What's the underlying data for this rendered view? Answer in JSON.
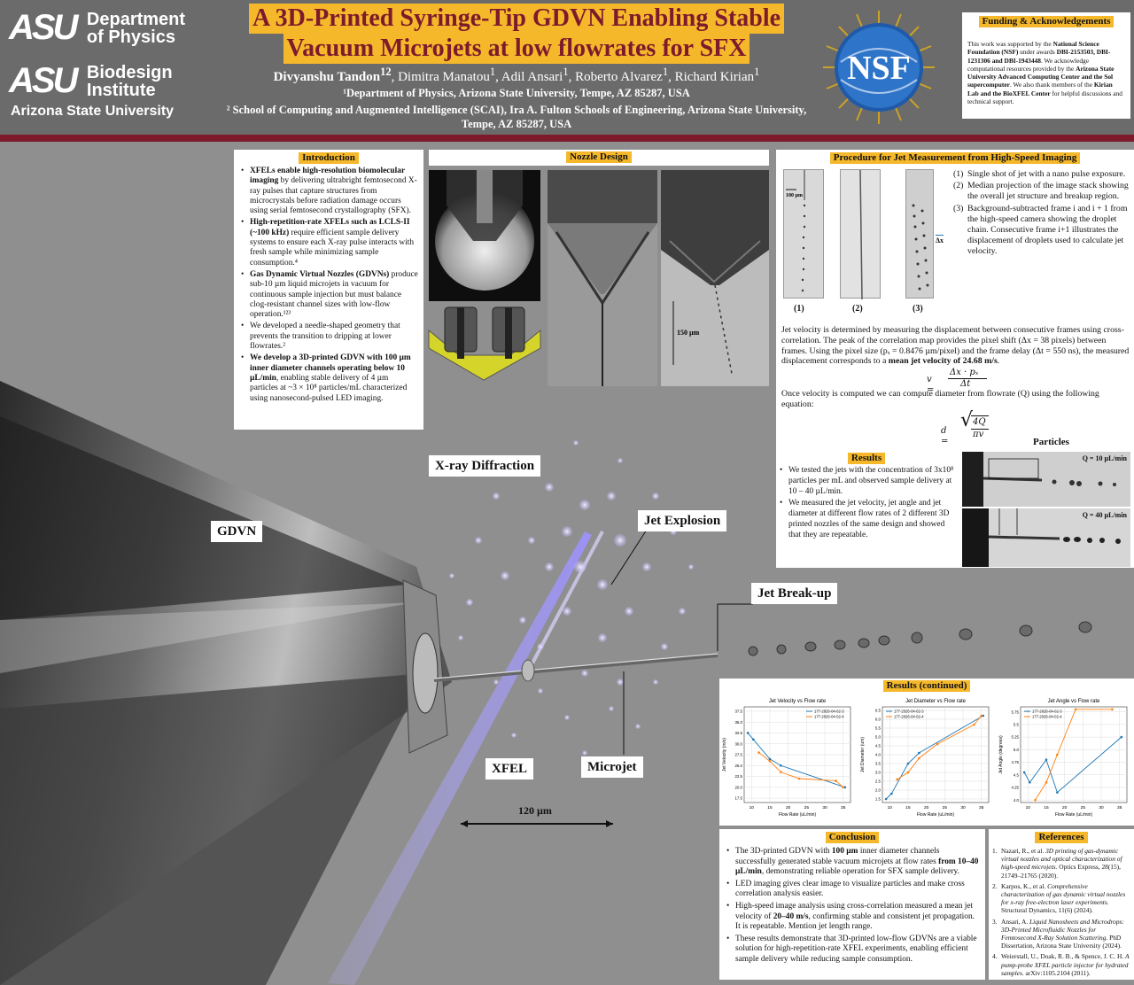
{
  "header": {
    "logo_asu_mark": "ASU",
    "logo_physics_line1": "Department",
    "logo_physics_line2": "of Physics",
    "logo_biodesign_line1": "Biodesign",
    "logo_biodesign_line2": "Institute",
    "logo_university": "Arizona State University",
    "title_line1": "A 3D-Printed Syringe-Tip GDVN Enabling Stable",
    "title_line2": "Vacuum Microjets at low flowrates for SFX",
    "authors": [
      {
        "name": "Divyanshu Tandon",
        "sup": "12"
      },
      {
        "name": "Dimitra Manatou",
        "sup": "1"
      },
      {
        "name": "Adil Ansari",
        "sup": "1"
      },
      {
        "name": "Roberto Alvarez",
        "sup": "1"
      },
      {
        "name": "Richard Kirian",
        "sup": "1"
      }
    ],
    "affiliation_1": "¹Department of Physics, Arizona State University, Tempe, AZ 85287, USA",
    "affiliation_2": "² School of Computing and Augmented Intelligence (SCAI), Ira A. Fulton Schools of Engineering, Arizona State University, Tempe, AZ 85287, USA",
    "nsf_logo_text": "NSF"
  },
  "funding": {
    "title": "Funding & Acknowledgements",
    "text_a": "This work was supported by the ",
    "text_b": "National Science Foundation (NSF)",
    "text_c": " under awards ",
    "text_d": "DBI-2153503, DBI-1231306 and DBI-1943448",
    "text_e": ". We acknowledge computational resources provided by the ",
    "text_f": "Arizona State University Advanced Computing Center and the Sol supercomputer",
    "text_g": ". We also thank members of the ",
    "text_h": "Kirian Lab and the BioXFEL Center",
    "text_i": " for helpful discussions and technical support."
  },
  "introduction": {
    "title": "Introduction",
    "b1_bold": "XFELs enable high-resolution biomolecular imaging",
    "b1_rest": " by delivering ultrabright femtosecond X-ray pulses that capture structures from microcrystals before radiation damage occurs using serial femtosecond crystallography (SFX).",
    "b2_bold": "High-repetition-rate XFELs such as LCLS-II (~100 kHz)",
    "b2_rest": " require efficient sample delivery systems to ensure each X-ray pulse interacts with fresh sample while minimizing sample consumption.⁴",
    "b3_bold": "Gas Dynamic Virtual Nozzles (GDVNs)",
    "b3_rest": " produce sub-10 µm liquid microjets in vacuum for continuous sample injection but must balance clog-resistant channel sizes with low-flow operation.¹²³",
    "b4": "We developed a needle-shaped geometry that prevents the transition to dripping at lower flowrates.²",
    "b5_bold": "We develop a 3D-printed GDVN with 100 µm inner diameter channels operating below 10 µL/min",
    "b5_rest": ", enabling stable delivery of 4 µm particles at ~3 × 10⁸ particles/mL characterized using nanosecond-pulsed LED imaging."
  },
  "nozzle": {
    "title": "Nozzle Design",
    "scale_label": "150 µm"
  },
  "procedure": {
    "title": "Procedure for Jet Measurement from High-Speed Imaging",
    "scale_label": "100 µm",
    "dx_label": "Δx",
    "strip_labels": [
      "(1)",
      "(2)",
      "(3)"
    ],
    "steps": [
      {
        "num": "(1)",
        "text": "Single shot of jet with a nano pulse exposure."
      },
      {
        "num": "(2)",
        "text": "Median projection of the image stack showing the overall jet structure and breakup region."
      },
      {
        "num": "(3)",
        "text": "Background-subtracted frame i and i + 1 from the high-speed camera showing the droplet chain. Consecutive frame i+1 illustrates the displacement of droplets used to calculate jet velocity."
      }
    ],
    "para1_a": "Jet velocity is determined by measuring the displacement between consecutive frames using cross-correlation. The peak of the correlation map provides the pixel shift (Δx = 38 pixels) between frames. Using the pixel size (pₓ = 0.8476 µm/pixel) and the frame delay (Δt = 550 ns), the measured displacement corresponds to a ",
    "para1_b": "mean jet velocity of 24.68 m/s",
    "para1_c": ".",
    "eq_velocity_lhs": "v =",
    "eq_velocity_num": "Δx · pₓ",
    "eq_velocity_den": "Δt",
    "para2": "Once velocity is computed we can compute diameter from flowrate (Q) using the following equation:",
    "eq_diam_lhs": "d =",
    "eq_diam_num": "4Q",
    "eq_diam_den": "πv",
    "particles_label": "Particles",
    "q10": "Q = 10 µL/min",
    "q40": "Q = 40 µL/min"
  },
  "results": {
    "title": "Results",
    "b1": "We tested the jets with the concentration of 3x10⁸ particles per mL and observed sample delivery at 10 – 40 µL/min.",
    "b2": "We measured the jet velocity, jet angle and jet diameter at different flow rates of 2 different 3D printed nozzles of the same design and showed that they are repeatable."
  },
  "scene": {
    "xray_diffraction": "X-ray Diffraction",
    "gdvn": "GDVN",
    "jet_explosion": "Jet Explosion",
    "jet_breakup": "Jet Break-up",
    "xfel": "XFEL",
    "microjet": "Microjet",
    "scale": "120 µm"
  },
  "results_continued": {
    "title": "Results (continued)"
  },
  "chart_data": [
    {
      "type": "line",
      "title": "Jet Velocity vs Flow rate",
      "xlabel": "Flow Rate (uL/min)",
      "ylabel": "Jet Velocity (m/s)",
      "xlim": [
        8,
        37
      ],
      "ylim": [
        16.5,
        38.5
      ],
      "xticks": [
        10,
        15,
        20,
        25,
        30,
        35
      ],
      "yticks": [
        17.5,
        20.0,
        22.5,
        25.0,
        27.5,
        30.0,
        32.5,
        35.0,
        37.5
      ],
      "grid": true,
      "legend": "top-right",
      "series": [
        {
          "name": "177-2026-04-02-3",
          "color": "#1f77b4",
          "x": [
            9,
            10.5,
            15,
            18,
            35.5
          ],
          "y": [
            32.5,
            31,
            26.5,
            25,
            20
          ]
        },
        {
          "name": "177-2026-04-02-4",
          "color": "#ff7f0e",
          "x": [
            12,
            15,
            18,
            23,
            33,
            35
          ],
          "y": [
            28,
            26,
            23.5,
            22,
            21.5,
            20
          ]
        }
      ]
    },
    {
      "type": "line",
      "title": "Jet Diameter vs Flow rate",
      "xlabel": "Flow Rate (uL/min)",
      "ylabel": "Jet Diameter (um)",
      "xlim": [
        8,
        37
      ],
      "ylim": [
        1.3,
        6.7
      ],
      "xticks": [
        10,
        15,
        20,
        25,
        30,
        35
      ],
      "yticks": [
        1.5,
        2.0,
        2.5,
        3.0,
        3.5,
        4.0,
        4.5,
        5.0,
        5.5,
        6.0,
        6.5
      ],
      "grid": true,
      "legend": "top-left",
      "series": [
        {
          "name": "177-2026-04-02-3",
          "color": "#1f77b4",
          "x": [
            9,
            10.5,
            15,
            18,
            35.5
          ],
          "y": [
            1.5,
            1.8,
            3.5,
            4.1,
            6.2
          ]
        },
        {
          "name": "177-2026-04-02-4",
          "color": "#ff7f0e",
          "x": [
            12,
            15,
            18,
            23,
            33,
            35
          ],
          "y": [
            2.6,
            3.0,
            3.8,
            4.6,
            5.7,
            6.2
          ]
        }
      ]
    },
    {
      "type": "line",
      "title": "Jet Angle vs Flow rate",
      "xlabel": "Flow Rate (uL/min)",
      "ylabel": "Jet Angle (degrees)",
      "xlim": [
        8,
        37
      ],
      "ylim": [
        3.95,
        5.85
      ],
      "xticks": [
        10,
        15,
        20,
        25,
        30,
        35
      ],
      "yticks": [
        4.0,
        4.25,
        4.5,
        4.75,
        5.0,
        5.25,
        5.5,
        5.75
      ],
      "grid": true,
      "legend": "top-left",
      "series": [
        {
          "name": "177-2026-04-02-3",
          "color": "#1f77b4",
          "x": [
            9,
            10.5,
            15,
            18,
            35.5
          ],
          "y": [
            4.55,
            4.35,
            4.8,
            4.15,
            5.25
          ]
        },
        {
          "name": "177-2026-04-02-4",
          "color": "#ff7f0e",
          "x": [
            12,
            15,
            18,
            23,
            33
          ],
          "y": [
            4.0,
            4.35,
            4.9,
            5.8,
            5.8
          ]
        }
      ]
    }
  ],
  "conclusion": {
    "title": "Conclusion",
    "b1_a": "The 3D-printed GDVN with ",
    "b1_b": "100 µm",
    "b1_c": " inner diameter channels successfully generated stable vacuum microjets at flow rates ",
    "b1_d": "from 10–40 µL/min",
    "b1_e": ", demonstrating reliable operation for SFX sample delivery.",
    "b2": "LED imaging gives clear image to visualize particles and make cross correlation analysis easier.",
    "b3_a": "High-speed image analysis using cross-correlation measured a mean jet velocity of ",
    "b3_b": "20–40 m/s",
    "b3_c": ", confirming stable and consistent jet propagation. It is repeatable. Mention jet length range.",
    "b4": "These results demonstrate that 3D-printed low-flow GDVNs are a viable solution for high-repetition-rate XFEL experiments, enabling efficient sample delivery while reducing sample consumption."
  },
  "references": {
    "title": "References",
    "items": [
      {
        "num": "1.",
        "authors": "Nazari, R., et al. ",
        "title": "3D printing of gas-dynamic virtual nozzles and optical characterization of high-speed microjets.",
        "rest": " Optics Express, 28(15), 21749–21765 (2020)."
      },
      {
        "num": "2.",
        "authors": "Karpos, K., et al. ",
        "title": "Comprehensive characterization of gas dynamic virtual nozzles for x-ray free-electron laser experiments.",
        "rest": " Structural Dynamics, 11(6) (2024)."
      },
      {
        "num": "3.",
        "authors": "Ansari, A. ",
        "title": "Liquid Nanosheets and Microdrops: 3D-Printed Microfluidic Nozzles for Femtosecond X-Ray Solution Scattering.",
        "rest": " PhD Dissertation, Arizona State University (2024)."
      },
      {
        "num": "4.",
        "authors": "Weierstall, U., Doak, R. B., & Spence, J. C. H. ",
        "title": "A pump-probe XFEL particle injector for hydrated samples.",
        "rest": " arXiv:1105.2104 (2011)."
      }
    ]
  }
}
